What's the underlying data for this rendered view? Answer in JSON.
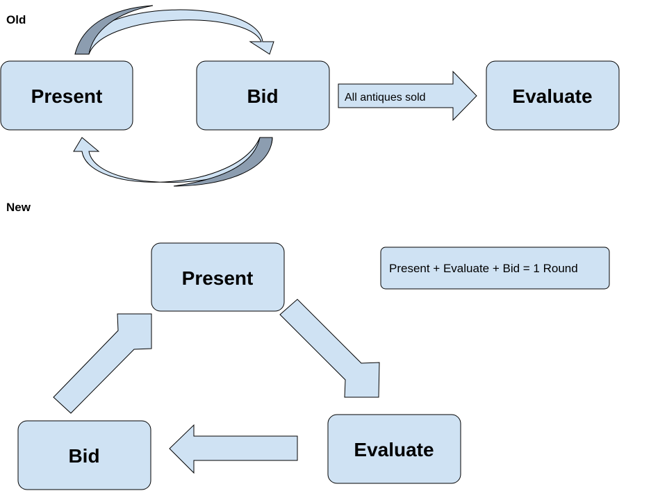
{
  "colors": {
    "box_fill": "#cfe2f3",
    "stroke": "#000000",
    "curve_shadow": "#8c9db0",
    "background": "#ffffff"
  },
  "old": {
    "label": "Old",
    "present": "Present",
    "bid": "Bid",
    "evaluate": "Evaluate",
    "arrow_label": "All antiques sold"
  },
  "new": {
    "label": "New",
    "present": "Present",
    "evaluate": "Evaluate",
    "bid": "Bid",
    "round_note": "Present + Evaluate + Bid = 1 Round"
  }
}
